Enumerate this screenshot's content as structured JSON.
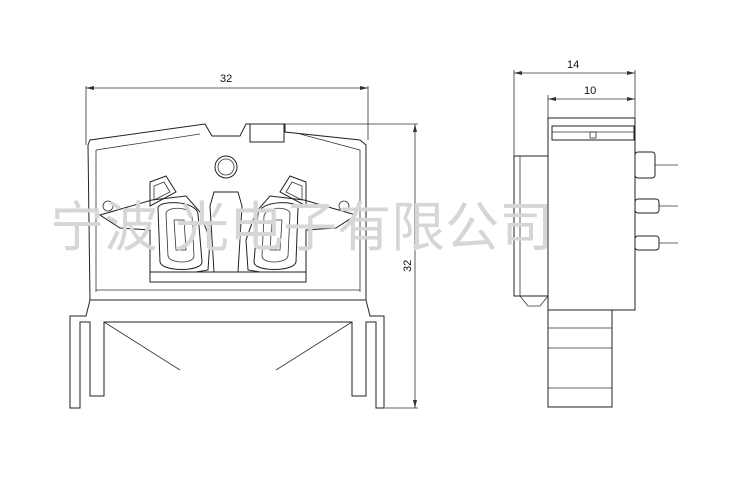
{
  "watermark": "宁波 光电子有限公司",
  "front_view": {
    "width_label": "32",
    "height_label": "32"
  },
  "side_view": {
    "overall_width_label": "14",
    "body_width_label": "10"
  }
}
